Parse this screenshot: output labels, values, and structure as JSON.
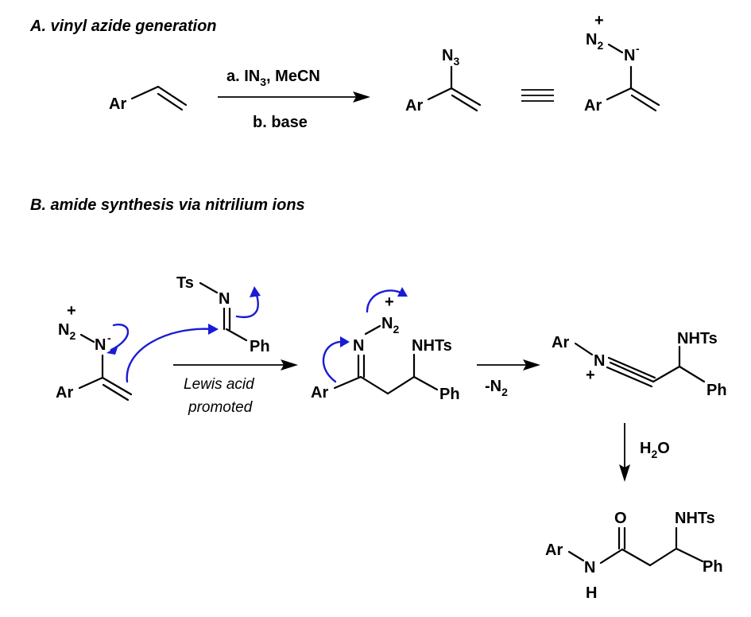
{
  "section_a": {
    "title": "A. vinyl azide generation",
    "start_ar": "Ar",
    "cond_top_a": "a. IN",
    "cond_top_sub": "3",
    "cond_top_b": ", MeCN",
    "cond_bottom": "b. base",
    "azide_n": "N",
    "azide_sub": "3",
    "prod_ar": "Ar",
    "res_n2": "N",
    "res_n2_sub": "2",
    "res_plus": "+",
    "res_n": "N",
    "res_minus": "-",
    "res_ar": "Ar"
  },
  "section_b": {
    "title": "B. amide synthesis via nitrilium ions",
    "az_plus": "+",
    "az_n2": "N",
    "az_n2_sub": "2",
    "az_n": "N",
    "az_minus": "-",
    "az_ar": "Ar",
    "imine_ts": "Ts",
    "imine_n": "N",
    "imine_ph": "Ph",
    "cond_1": "Lewis acid",
    "cond_2": "promoted",
    "int_n": "N",
    "int_plus": "+",
    "int_n2": "N",
    "int_n2_sub": "2",
    "int_nhts": "NHTs",
    "int_ar": "Ar",
    "int_ph": "Ph",
    "loss_a": "-N",
    "loss_sub": "2",
    "nit_ar": "Ar",
    "nit_n": "N",
    "nit_plus": "+",
    "nit_nhts": "NHTs",
    "nit_ph": "Ph",
    "water_h": "H",
    "water_sub": "2",
    "water_o": "O",
    "amide_o": "O",
    "amide_nhts": "NHTs",
    "amide_ar": "Ar",
    "amide_n": "N",
    "amide_h": "H",
    "amide_ph": "Ph"
  },
  "colors": {
    "electron_arrows": "#1a1ad6",
    "bonds": "#000000"
  }
}
